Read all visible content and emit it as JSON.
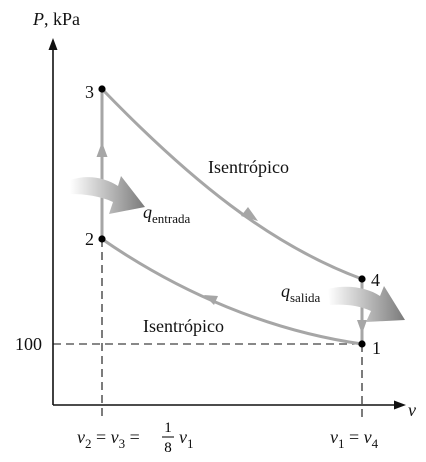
{
  "axes": {
    "y_var": "P",
    "y_unit": ", kPa",
    "x_var": "v",
    "pressure_tick": "100"
  },
  "states": {
    "s1": "1",
    "s2": "2",
    "s3": "3",
    "s4": "4"
  },
  "processes": {
    "upper_label": "Isentrópico",
    "lower_label": "Isentrópico"
  },
  "heat": {
    "in_var": "q",
    "in_sub": "entrada",
    "out_var": "q",
    "out_sub": "salida"
  },
  "x_ticks": {
    "left": {
      "v": "v",
      "sub2": "2",
      "eq": " = ",
      "sub3": "3",
      "eq2": " = ",
      "frac_num": "1",
      "frac_den": "8",
      "sub1": "1"
    },
    "right": {
      "v": "v",
      "sub1": "1",
      "eq": " = ",
      "sub4": "4"
    }
  },
  "colors": {
    "axis": "#111111",
    "process_line": "#a6a6a6",
    "dashed": "#111111",
    "point": "#000000",
    "arrow_gradient_start": "#ffffff",
    "arrow_gradient_end": "#7a7a7a"
  }
}
